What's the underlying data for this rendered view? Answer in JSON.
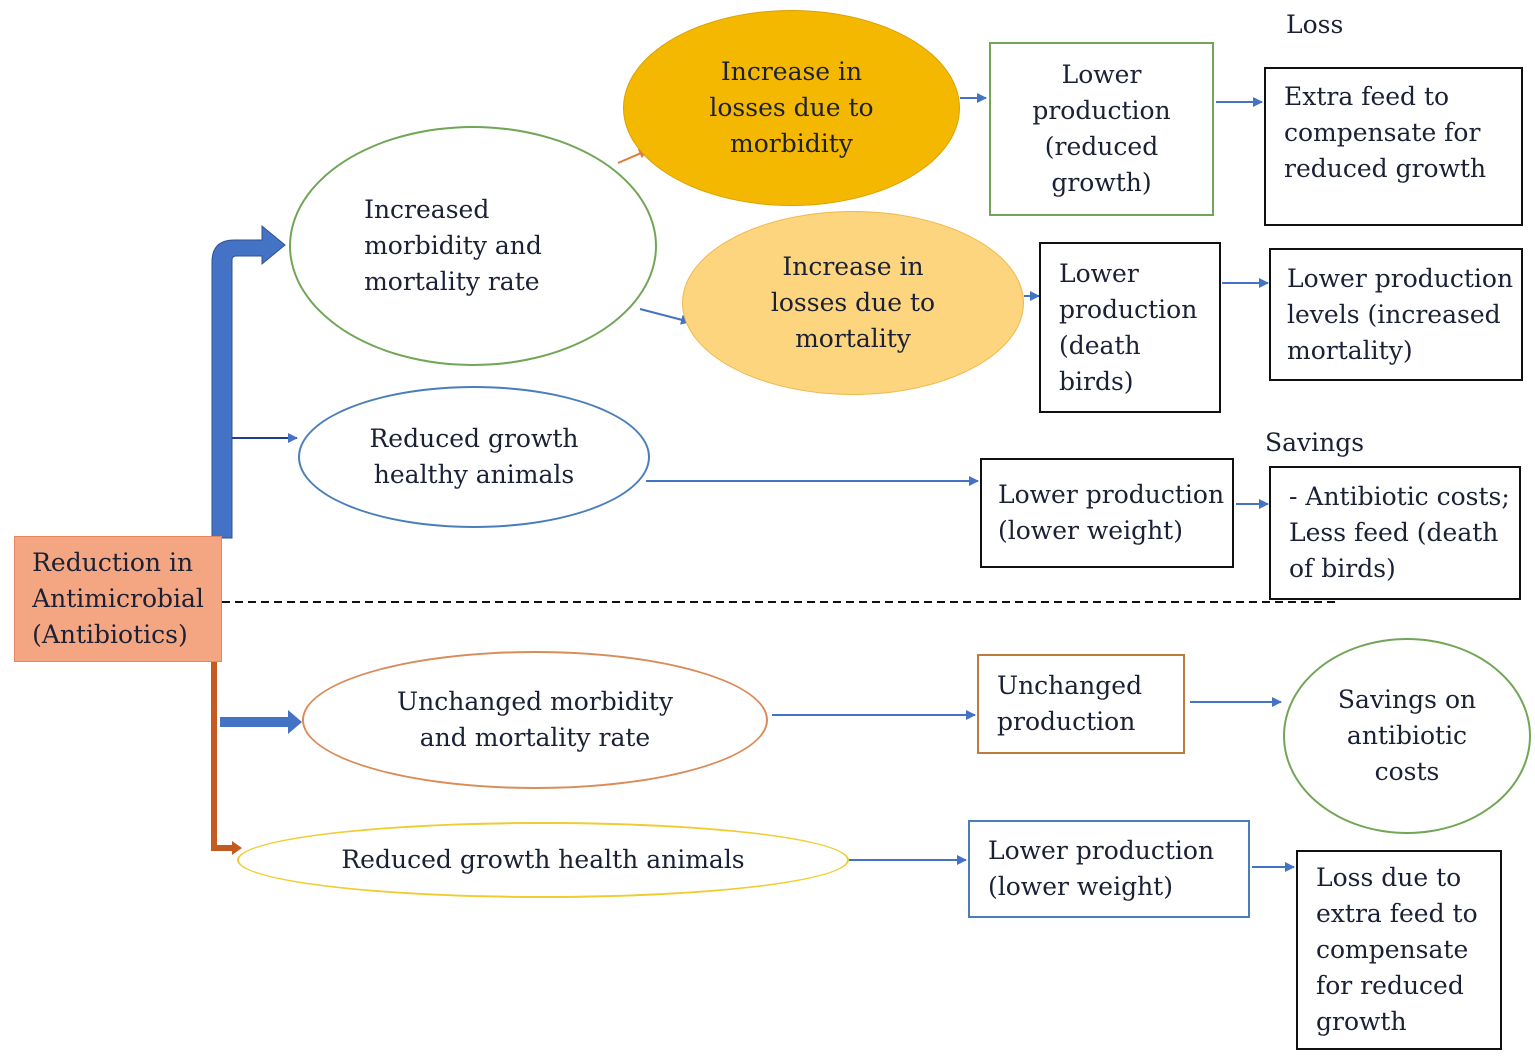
{
  "colors": {
    "blue": "#4472C4",
    "dark_blue": "#1F3F8C",
    "orange_dark": "#F5B800",
    "orange_light": "#FDD57E",
    "salmon": "#F4A582",
    "ellipse_green": "#70A656",
    "ellipse_blue": "#4A7EBB",
    "ellipse_orange": "#D98B58",
    "ellipse_yellow": "#F0CC30",
    "box_green": "#70A656",
    "box_orange": "#C07A3C",
    "arrow_orange": "#E07B39"
  },
  "nodes": {
    "source": "Reduction in\nAntimicrobial\n(Antibiotics)",
    "increased_morbidity": "Increased\nmorbidity and\nmortality rate",
    "loss_morbidity": "Increase in\nlosses due to\nmorbidity",
    "loss_mortality": "Increase in\nlosses due to\nmortality",
    "lower_prod_reduced_growth": "Lower\nproduction\n(reduced\ngrowth)",
    "lower_prod_death": "Lower\nproduction\n(death\nbirds)",
    "extra_feed": "Extra feed to\ncompensate for\nreduced growth",
    "lower_prod_levels": "Lower production\nlevels (increased\nmortality)",
    "reduced_growth_healthy": "Reduced growth\nhealthy animals",
    "lower_prod_weight_1": "Lower production\n(lower weight)",
    "savings_detail": "- Antibiotic costs;\nLess feed (death\nof birds)",
    "unchanged_morbidity": "Unchanged morbidity\nand mortality rate",
    "unchanged_production": "Unchanged\nproduction",
    "savings_antibiotic": "Savings on\nantibiotic\ncosts",
    "reduced_growth_health": "Reduced growth health animals",
    "lower_prod_weight_2": "Lower production\n(lower weight)",
    "loss_extra_feed": "Loss due to\nextra feed to\ncompensate\nfor reduced\ngrowth"
  },
  "headings": {
    "loss": "Loss",
    "savings": "Savings"
  }
}
